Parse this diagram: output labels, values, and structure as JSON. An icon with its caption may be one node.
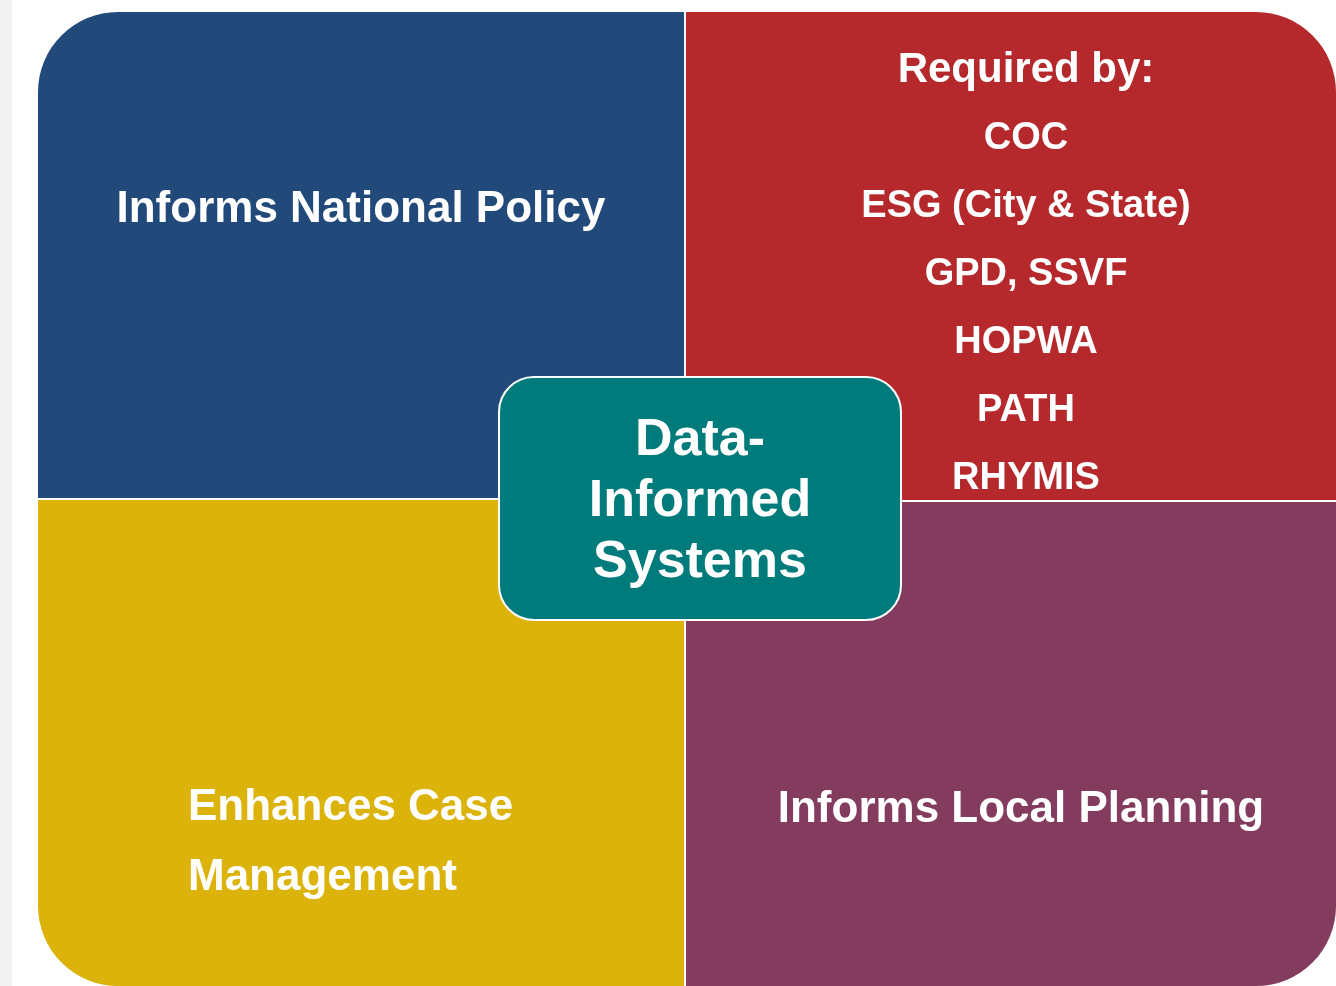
{
  "diagram": {
    "nodes": [
      {
        "text": [
          "Informs National Policy"
        ]
      },
      {
        "text": [
          "Required by:",
          "COC",
          "ESG (City & State)",
          "GPD, SSVF",
          "HOPWA",
          "PATH",
          "RHYMIS"
        ]
      },
      {
        "text": [
          "Enhances Case Management"
        ]
      },
      {
        "text": [
          "Informs Local Planning"
        ]
      },
      {
        "text": [
          "Data-Informed Systems"
        ]
      }
    ]
  }
}
